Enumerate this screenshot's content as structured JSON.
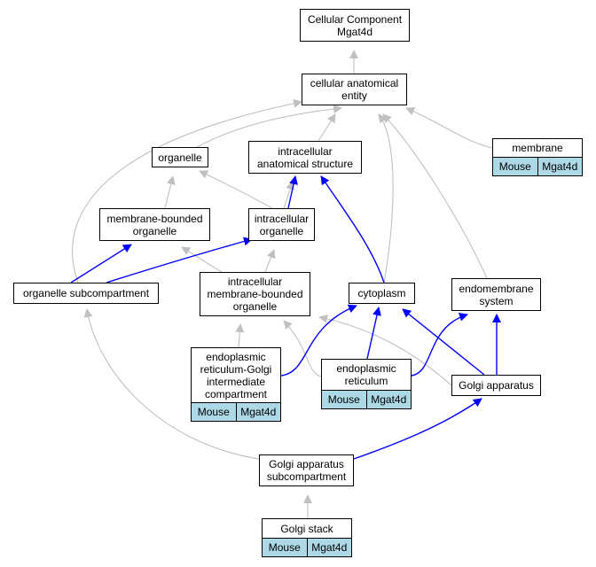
{
  "nodes": {
    "cc_mgat4d": {
      "label": "Cellular Component\nMgat4d"
    },
    "cae": {
      "label": "cellular anatomical\nentity"
    },
    "organelle": {
      "label": "organelle"
    },
    "ias": {
      "label": "intracellular\nanatomical structure"
    },
    "membrane": {
      "label": "membrane",
      "tags": [
        "Mouse",
        "Mgat4d"
      ]
    },
    "mbo": {
      "label": "membrane-bounded\norganelle"
    },
    "io": {
      "label": "intracellular\norganelle"
    },
    "osub": {
      "label": "organelle subcompartment"
    },
    "imbo": {
      "label": "intracellular\nmembrane-bounded\norganelle"
    },
    "cytoplasm": {
      "label": "cytoplasm"
    },
    "endo_sys": {
      "label": "endomembrane\nsystem"
    },
    "ergic": {
      "label": "endoplasmic\nreticulum-Golgi\nintermediate\ncompartment",
      "tags": [
        "Mouse",
        "Mgat4d"
      ]
    },
    "er": {
      "label": "endoplasmic\nreticulum",
      "tags": [
        "Mouse",
        "Mgat4d"
      ]
    },
    "golgi": {
      "label": "Golgi apparatus"
    },
    "golgi_sub": {
      "label": "Golgi apparatus\nsubcompartment"
    },
    "golgi_stack": {
      "label": "Golgi stack",
      "tags": [
        "Mouse",
        "Mgat4d"
      ]
    }
  },
  "edge_colors": {
    "is_a": "#c0c0c0",
    "part_of": "#0000ff"
  }
}
